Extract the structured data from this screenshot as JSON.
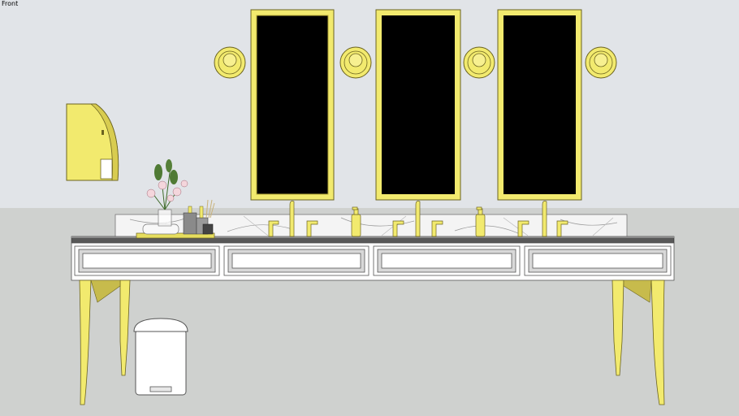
{
  "view": {
    "label": "Front"
  },
  "colors": {
    "wall": "#e1e4e8",
    "floor": "#cfd1cf",
    "gold": "#f2ea6e",
    "gold_dark": "#a0922a",
    "mirror_glass": "#000000",
    "marble": "#f2f2f2",
    "countertop": "#555555",
    "cabinet": "#ffffff",
    "bin": "#ffffff"
  },
  "scene": {
    "mirrors": 3,
    "sconces": 4,
    "drawers": 4,
    "faucets": 3,
    "soap_dispensers": 2
  }
}
